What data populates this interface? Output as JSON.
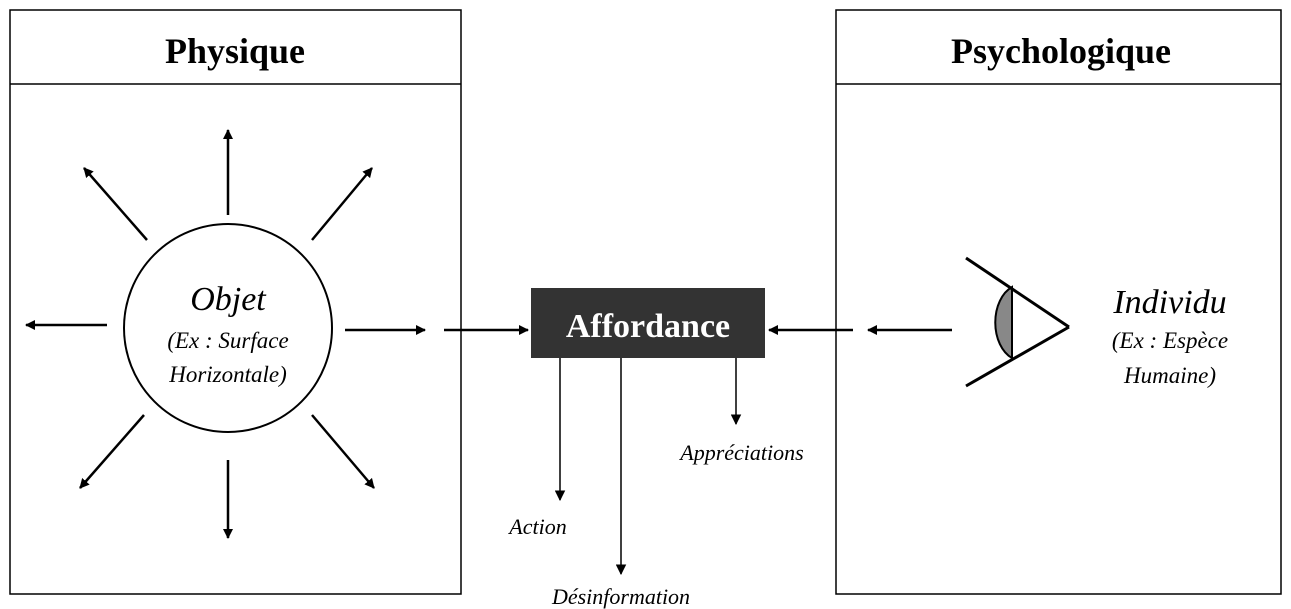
{
  "panels": {
    "left": {
      "title": "Physique"
    },
    "right": {
      "title": "Psychologique"
    }
  },
  "objet": {
    "title": "Objet",
    "example_line1": "(Ex : Surface",
    "example_line2": "Horizontale)"
  },
  "individu": {
    "title": "Individu",
    "example_line1": "(Ex : Espèce",
    "example_line2": "Humaine)"
  },
  "affordance": {
    "label": "Affordance",
    "box_color": "#333333"
  },
  "outcomes": {
    "action": "Action",
    "desinformation": "Désinformation",
    "appreciations": "Appréciations"
  },
  "colors": {
    "eye_fill": "#888888",
    "stroke": "#000000"
  }
}
